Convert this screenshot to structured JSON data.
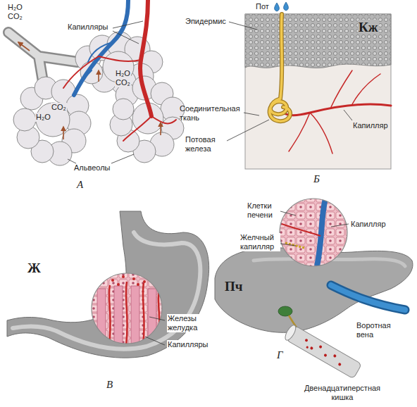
{
  "diagram": {
    "labels": [
      "H₂O",
      "CO₂",
      "Капилляры",
      "H₂O",
      "CO₂",
      "CO₂",
      "H₂O",
      "Альвеолы",
      "А",
      "Пот",
      "Эпидермис",
      "Кж",
      "Соединительная ткань",
      "Потовая железа",
      "Капилляр",
      "Б",
      "Ж",
      "Железы желудка",
      "Капилляры",
      "В",
      "Клетки печени",
      "Капилляр",
      "Желчный капилляр",
      "Пч",
      "Воротная вена",
      "Г",
      "Двенадцатиперстная кишка"
    ]
  }
}
